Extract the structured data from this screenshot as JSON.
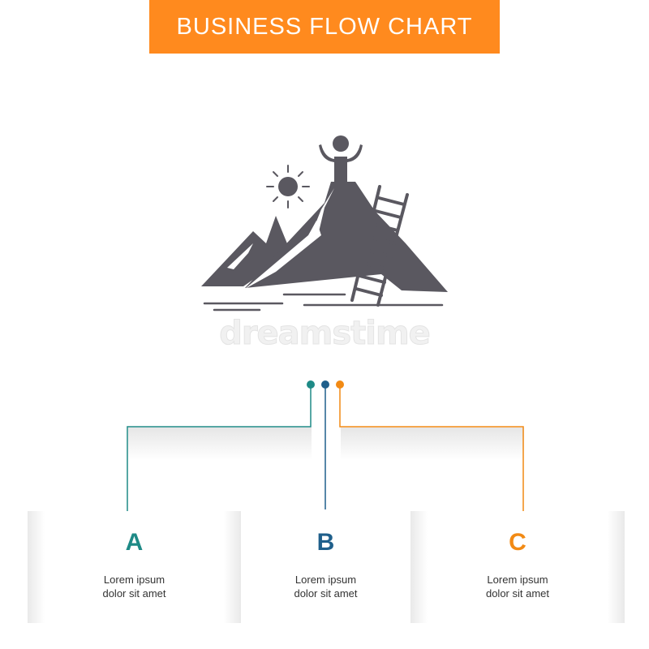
{
  "title": "BUSINESS FLOW CHART",
  "watermark": "dreamstime",
  "colors": {
    "banner": "#ff8a1e",
    "teal": "#1e8a86",
    "blue": "#1f5f8b",
    "orange": "#f28a14",
    "glyph": "#5a5860"
  },
  "illustration": {
    "icon": "mountain-success-ladder-icon"
  },
  "steps": [
    {
      "letter": "A",
      "line1": "Lorem ipsum",
      "line2": "dolor sit amet",
      "color": "#1e8a86"
    },
    {
      "letter": "B",
      "line1": "Lorem ipsum",
      "line2": "dolor sit amet",
      "color": "#1f5f8b"
    },
    {
      "letter": "C",
      "line1": "Lorem ipsum",
      "line2": "dolor sit amet",
      "color": "#f28a14"
    }
  ]
}
